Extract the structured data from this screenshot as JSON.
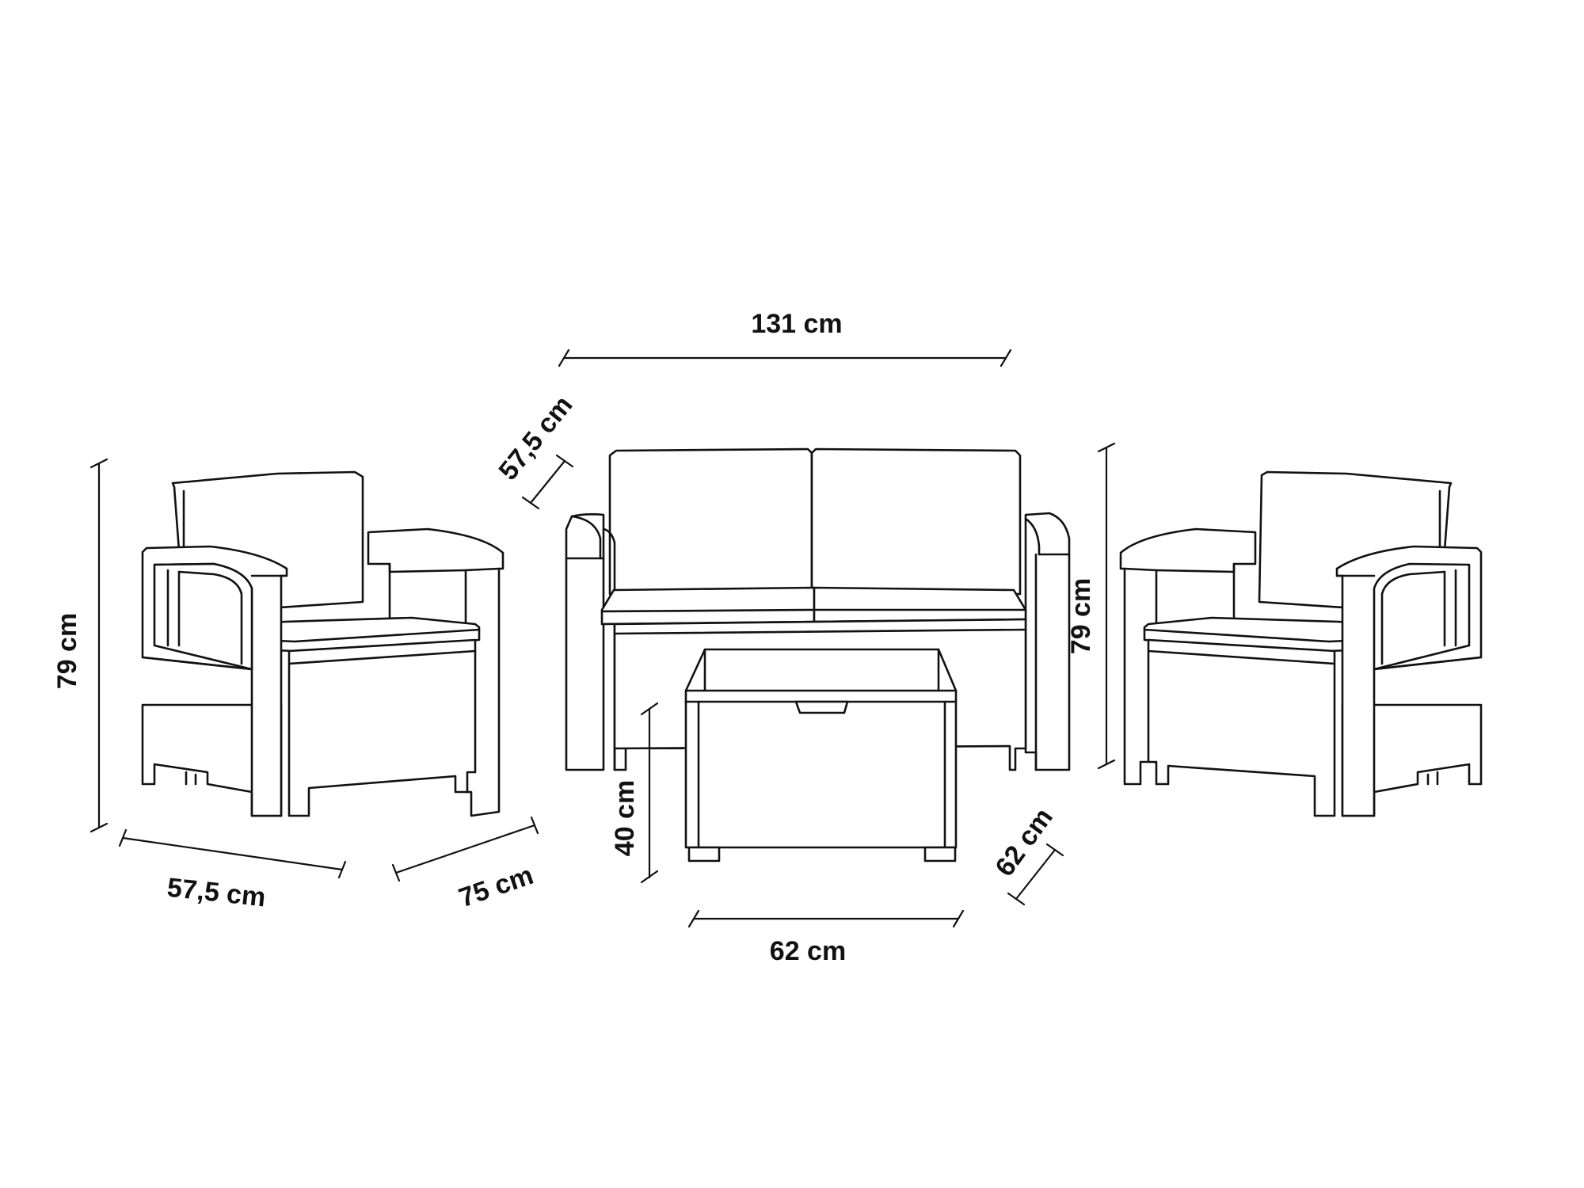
{
  "colors": {
    "ink": "#111111",
    "background": "#ffffff"
  },
  "dimensions": {
    "sofa_width": "131 cm",
    "sofa_depth": "57,5 cm",
    "chair_left_height": "79 cm",
    "chair_left_width": "57,5 cm",
    "chair_left_depth": "75 cm",
    "table_height": "40 cm",
    "table_width": "62 cm",
    "table_depth": "62 cm",
    "chair_right_height": "79 cm"
  }
}
